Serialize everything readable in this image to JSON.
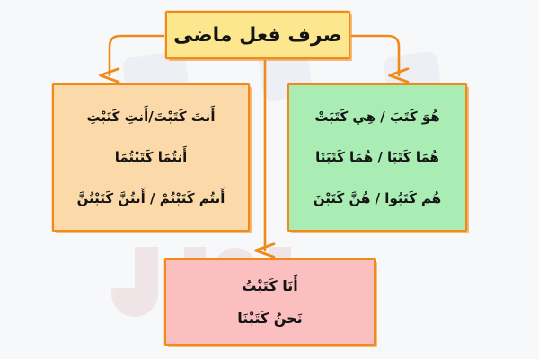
{
  "page": {
    "title": "صرف فعل ماضی",
    "background_color": "#f7f8fa",
    "accent_color": "#f08a1b"
  },
  "title_box": {
    "name": "sarf-fil-madi",
    "text": "صرف فعل ماضی",
    "fill_color": "#fce68e",
    "border_color": "#f08a1b"
  },
  "second_person_box": {
    "fill_color": "#fbd9a8",
    "border_color": "#f08a1b",
    "lines": [
      "أَنتَ كَتَبْتَ/أَنتِ كَتَبْتِ",
      "أَنتُمَا كَتَبْتُمَا",
      "أَنتُم كَتَبْتُمْ / أَنتُنَّ كَتَبْتُنَّ"
    ]
  },
  "third_person_box": {
    "fill_color": "#a9edb4",
    "border_color": "#f08a1b",
    "lines": [
      "هُوَ كَتَبَ  /  هِي كَتَبَتْ",
      "هُمَا كَتَبَا  /  هُمَا كَتَبَتَا",
      "هُم كَتَبُوا / هُنَّ كَتَبْنَ"
    ]
  },
  "first_person_box": {
    "fill_color": "#fbbfc0",
    "border_color": "#f08a1b",
    "lines": [
      "أَنَا   كَتَبْتُ",
      "نَحنُ  كَتَبْنَا"
    ]
  },
  "connectors": [
    {
      "name": "arrow-to-second-person",
      "from": "title_box",
      "to": "second_person_box",
      "shape": "elbow-left-down"
    },
    {
      "name": "arrow-to-first-person",
      "from": "title_box",
      "to": "first_person_box",
      "shape": "straight-down"
    },
    {
      "name": "arrow-to-third-person",
      "from": "title_box",
      "to": "third_person_box",
      "shape": "elbow-right-down"
    }
  ]
}
